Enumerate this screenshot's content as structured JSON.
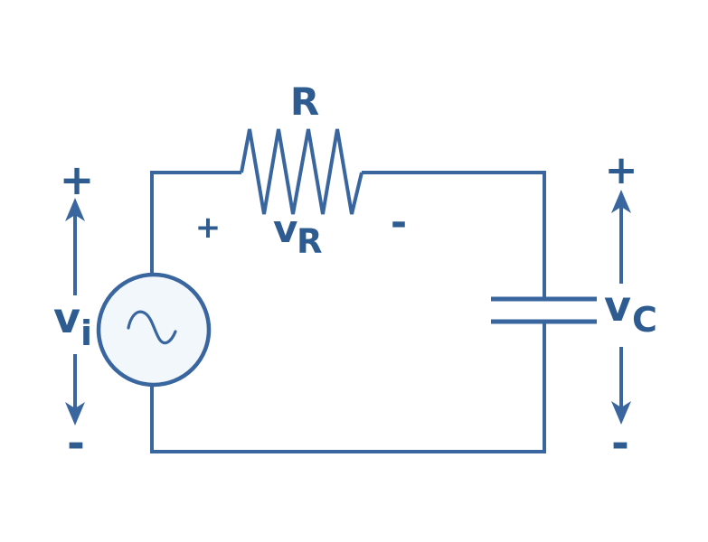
{
  "diagram": {
    "colors": {
      "stroke": "#3A66A0",
      "text": "#2E5C90",
      "source_fill": "#F2F7FC",
      "background": "#FFFFFF"
    },
    "source": {
      "voltage_main": "v",
      "voltage_sub": "i",
      "polarity_top": "+",
      "polarity_bottom": "-"
    },
    "resistor": {
      "label": "R",
      "voltage_main": "v",
      "voltage_sub": "R",
      "polarity_left": "+",
      "polarity_right": "-"
    },
    "capacitor": {
      "voltage_main": "v",
      "voltage_sub": "C",
      "polarity_top": "+",
      "polarity_bottom": "-"
    }
  }
}
